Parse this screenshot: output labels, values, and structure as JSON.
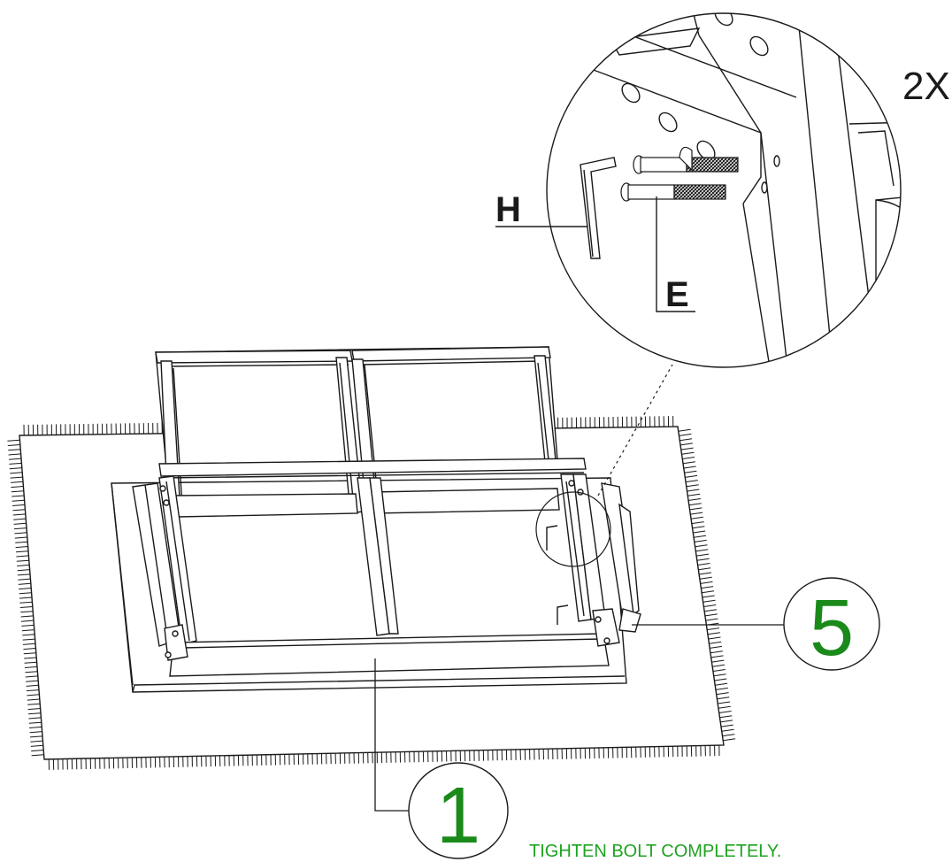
{
  "labels": {
    "multiplier": "2X",
    "part_h": "H",
    "part_e": "E",
    "callout_main": "1",
    "callout_side": "5",
    "instruction": "TIGHTEN BOLT COMPLETELY."
  },
  "colors": {
    "line": "#1a1a1a",
    "callout_green": "#1a8a1a",
    "instruction_green": "#1fa31f",
    "paper": "#ffffff"
  }
}
